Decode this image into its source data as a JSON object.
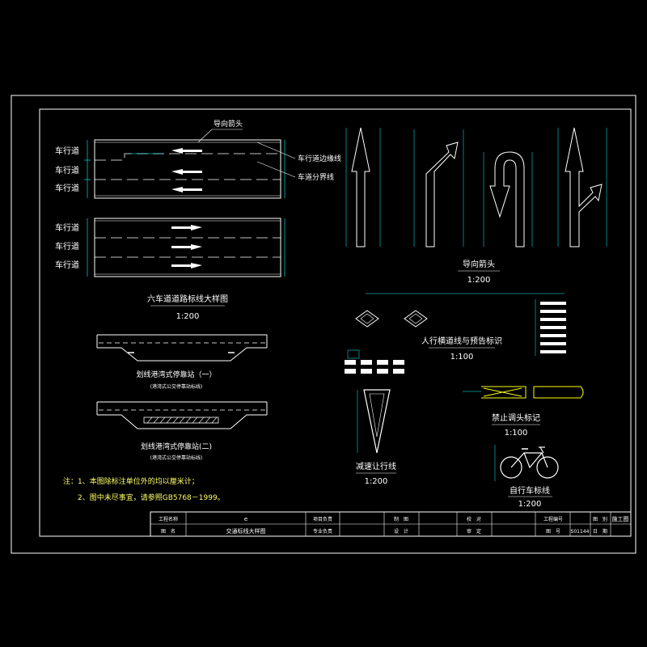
{
  "lane_labels": [
    "车行道",
    "车行道",
    "车行道",
    "车行道",
    "车行道",
    "车行道"
  ],
  "callouts": {
    "guide_arrow": "导向箭头",
    "edge_line": "车行道边缘线",
    "lane_divider": "车道分界线"
  },
  "six_lane": {
    "title": "六车道道路标线大样图",
    "scale": "1:200"
  },
  "guide_arrows": {
    "title": "导向箭头",
    "scale": "1:200"
  },
  "crosswalk": {
    "title": "人行横道线与预告标识",
    "scale": "1:100"
  },
  "no_u_turn": {
    "title": "禁止调头标记",
    "scale": "1:100"
  },
  "yield": {
    "title": "减速让行线",
    "scale": "1:200"
  },
  "bicycle": {
    "title": "自行车标线",
    "scale": "1:200"
  },
  "bay_stop_1": {
    "title": "划线港湾式停靠站（一）",
    "subtitle": "(港湾式公交停靠站标线)"
  },
  "bay_stop_2": {
    "title": "划线港湾式停靠站(二)",
    "subtitle": "(港湾式公交停靠站标线)"
  },
  "notes": {
    "line1": "注：1、本图除标注单位外的均以厘米计；",
    "line2": "2、图中未尽事宜，请参照GB5768－1999。"
  },
  "title_block": {
    "project_name_label": "工程名称",
    "project_name_value": "e",
    "drawing_name_label": "图　名",
    "drawing_name_value": "交通标线大样图",
    "project_lead": "项目负责",
    "discipline_lead": "专业负责",
    "drafter": "制　图",
    "designer": "设　计",
    "checker": "校　对",
    "reviewer": "审　定",
    "project_no_label": "工程编号",
    "project_no_value": "S01144",
    "drawing_no_label": "图　号",
    "stage_label": "图　别",
    "stage_value": "施工图",
    "date_label": "日　期"
  }
}
